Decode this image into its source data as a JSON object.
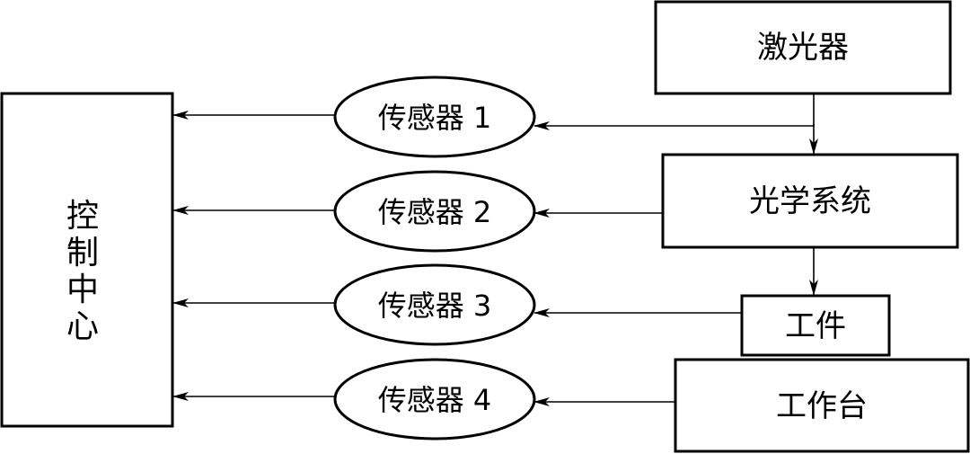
{
  "nodes": {
    "laser": "激光器",
    "optics": "光学系统",
    "workpiece": "工件",
    "worktable": "工作台",
    "control_center": [
      "控",
      "制",
      "中",
      "心"
    ]
  },
  "sensors": [
    {
      "label": "传感器 1"
    },
    {
      "label": "传感器 2"
    },
    {
      "label": "传感器 3"
    },
    {
      "label": "传感器 4"
    }
  ]
}
